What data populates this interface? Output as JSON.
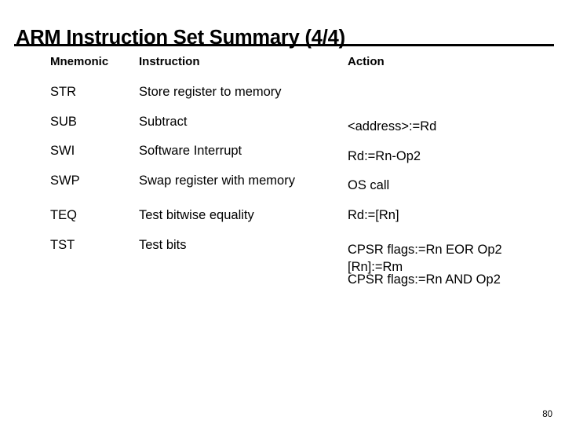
{
  "slide": {
    "title": "ARM Instruction Set Summary (4/4)",
    "page_number": "80"
  },
  "table": {
    "headers": {
      "mnemonic": "Mnemonic",
      "instruction": "Instruction",
      "action": "Action"
    },
    "rows": [
      {
        "mnemonic": "STR",
        "instruction": "Store register to memory",
        "action_lines": [
          "<address>:=Rd"
        ]
      },
      {
        "mnemonic": "SUB",
        "instruction": "Subtract",
        "action_lines": [
          "Rd:=Rn-Op2"
        ]
      },
      {
        "mnemonic": "SWI",
        "instruction": "Software Interrupt",
        "action_lines": [
          "OS call"
        ]
      },
      {
        "mnemonic": "SWP",
        "instruction": "Swap register with memory",
        "action_lines": [
          "Rd:=[Rn]",
          "[Rn]:=Rm"
        ]
      },
      {
        "mnemonic": "TEQ",
        "instruction": "Test bitwise equality",
        "action_lines": [
          "CPSR flags:=Rn EOR Op2"
        ]
      },
      {
        "mnemonic": "TST",
        "instruction": "Test bits",
        "action_lines": [
          "CPSR flags:=Rn AND Op2"
        ]
      }
    ]
  },
  "colors": {
    "background": "#ffffff",
    "text": "#000000",
    "rule": "#000000"
  }
}
